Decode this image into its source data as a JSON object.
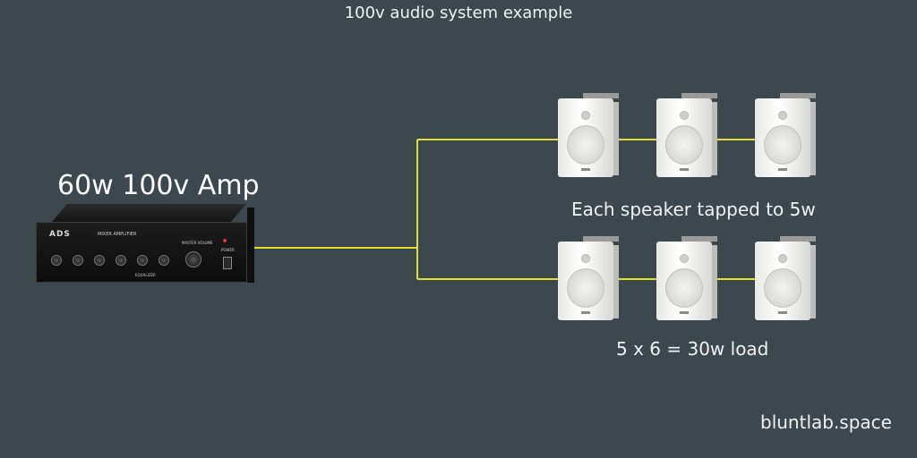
{
  "title": "100v audio system example",
  "amp": {
    "label": "60w 100v Amp",
    "logo": "ADS",
    "model_text": "MIXER AMPLIFIER",
    "master_volume_text": "MASTER VOLUME",
    "power_text": "POWER",
    "equalizer_text": "EQUALIZER"
  },
  "speaker_note": "Each speaker tapped to 5w",
  "load_note": "5 x 6 = 30w load",
  "watermark": "bluntlab.space",
  "colors": {
    "background": "#3c474e",
    "wire": "#e0e030"
  },
  "speakers": [
    "speaker",
    "speaker",
    "speaker",
    "speaker",
    "speaker",
    "speaker"
  ]
}
